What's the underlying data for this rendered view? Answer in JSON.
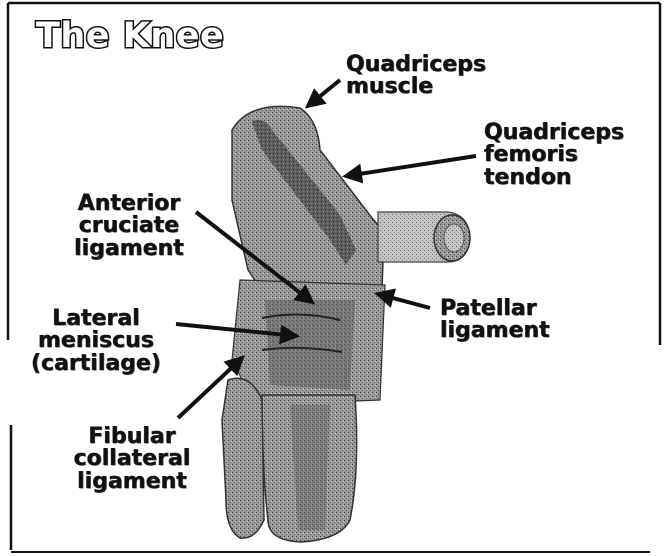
{
  "title": "The Knee",
  "labels": {
    "quadriceps_muscle": [
      "Quadriceps",
      "muscle"
    ],
    "quadriceps_femoris_tendon": [
      "Quadriceps",
      "femoris",
      "tendon"
    ],
    "anterior_cruciate_ligament": [
      "Anterior",
      "cruciate",
      "ligament"
    ],
    "patellar_ligament": [
      "Patellar",
      "ligament"
    ],
    "lateral_meniscus": [
      "Lateral",
      "meniscus",
      "(cartilage)"
    ],
    "fibular_collateral_ligament": [
      "Fibular",
      "collateral",
      "ligament"
    ]
  },
  "colors": {
    "border": "#111111",
    "bone_fill": "#8c8c8c",
    "bone_dark": "#4a4a4a",
    "text": "#111111"
  }
}
